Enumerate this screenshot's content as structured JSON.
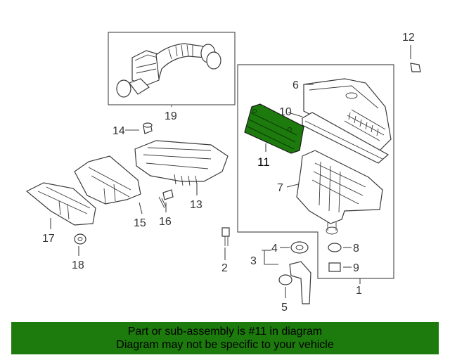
{
  "diagram": {
    "highlight_color": "#1d7a0d",
    "callouts": [
      {
        "id": "1",
        "label": "1"
      },
      {
        "id": "2",
        "label": "2"
      },
      {
        "id": "3",
        "label": "3"
      },
      {
        "id": "4",
        "label": "4"
      },
      {
        "id": "5",
        "label": "5"
      },
      {
        "id": "6",
        "label": "6"
      },
      {
        "id": "7",
        "label": "7"
      },
      {
        "id": "8",
        "label": "8"
      },
      {
        "id": "9",
        "label": "9"
      },
      {
        "id": "10",
        "label": "10"
      },
      {
        "id": "11",
        "label": "11"
      },
      {
        "id": "12",
        "label": "12"
      },
      {
        "id": "13",
        "label": "13"
      },
      {
        "id": "14",
        "label": "14"
      },
      {
        "id": "15",
        "label": "15"
      },
      {
        "id": "16",
        "label": "16"
      },
      {
        "id": "17",
        "label": "17"
      },
      {
        "id": "18",
        "label": "18"
      },
      {
        "id": "19",
        "label": "19"
      }
    ]
  },
  "banner": {
    "line1": "Part or sub-assembly is #11 in diagram",
    "line2": "Diagram may not be specific to your vehicle",
    "color": "#1d7a0d"
  }
}
